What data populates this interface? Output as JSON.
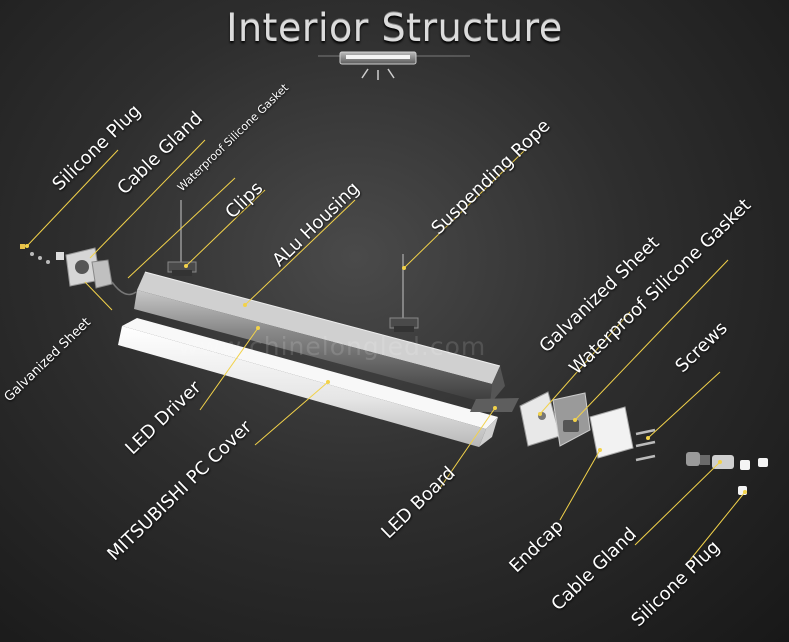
{
  "title": "Interior Structure",
  "watermark": "www.chinelongled.com",
  "labels": {
    "silicone_plug_left": "Silicone Plug",
    "cable_gland_left": "Cable Gland",
    "waterproof_gasket_left": "Waterproof Silicone Gasket",
    "clips": "Clips",
    "alu_housing": "ALu Housing",
    "suspending_rope": "Suspending Rope",
    "galvanized_sheet_left": "Galvanized Sheet",
    "led_driver": "LED Driver",
    "mitsubishi_pc_cover": "MITSUBISHI PC Cover",
    "led_board": "LED Board",
    "galvanized_sheet_right": "Galvanized Sheet",
    "waterproof_gasket_right": "Waterproof Silicone Gasket",
    "screws": "Screws",
    "endcap": "Endcap",
    "cable_gland_right": "Cable Gland",
    "silicone_plug_right": "Silicone Plug"
  },
  "colors": {
    "background": "#2e2e2e",
    "leader_line": "#f2d24a",
    "text": "#ffffff"
  }
}
